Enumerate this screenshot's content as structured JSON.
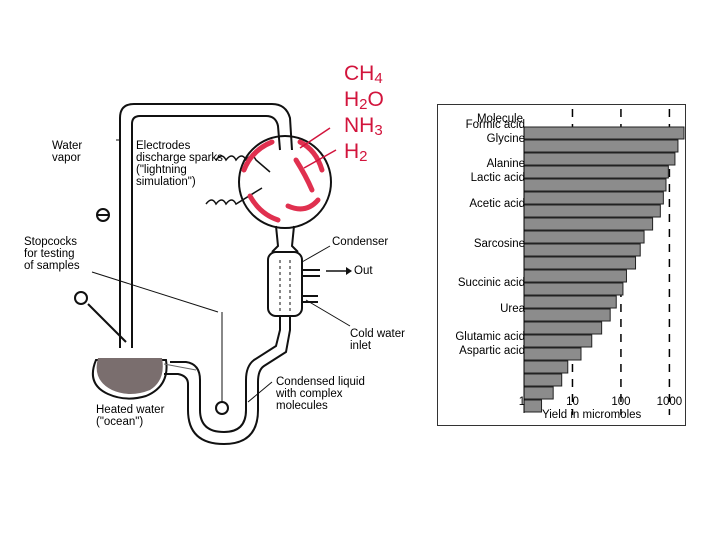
{
  "apparatus": {
    "gases": [
      "CH",
      "H",
      "NH",
      "H"
    ],
    "gas_subs": [
      "4",
      "2",
      "3",
      "2"
    ],
    "gas_tails": [
      "",
      "O",
      "",
      ""
    ],
    "labels": {
      "water_vapor": "Water\nvapor",
      "electrodes": "Electrodes\ndischarge sparks\n(\"lightning\nsimulation\")",
      "stopcocks": "Stopcocks\nfor testing\nof samples",
      "condenser": "Condenser",
      "out": "Out",
      "cold_water_inlet": "Cold water\ninlet",
      "condensed_liquid": "Condensed liquid\nwith complex\nmolecules",
      "heated_water": "Heated water\n(\"ocean\")"
    },
    "colors": {
      "gas": "#d2143c",
      "sparks": "#e0304f",
      "glass": "#000000"
    }
  },
  "chart_data": {
    "type": "bar",
    "orientation": "horizontal",
    "column_header": "Molecule",
    "xlabel": "Yield in micromoles",
    "xscale": "log",
    "xlim": [
      1,
      2000
    ],
    "x_ticks": [
      "1",
      "10",
      "100",
      "1000"
    ],
    "dashed_gridlines_at": [
      10,
      100,
      1000
    ],
    "molecule_labels": [
      "Formic acid",
      "Glycine",
      "Alanine",
      "Lactic acid",
      "Acetic acid",
      "Sarcosine",
      "Succinic acid",
      "Urea",
      "Glutamic acid",
      "Aspartic acid"
    ],
    "values": [
      2000,
      1500,
      1300,
      950,
      850,
      750,
      650,
      450,
      300,
      250,
      200,
      130,
      110,
      80,
      60,
      40,
      25,
      15,
      8,
      6,
      4,
      2.3
    ],
    "bar_color": "#8c8c8c"
  }
}
